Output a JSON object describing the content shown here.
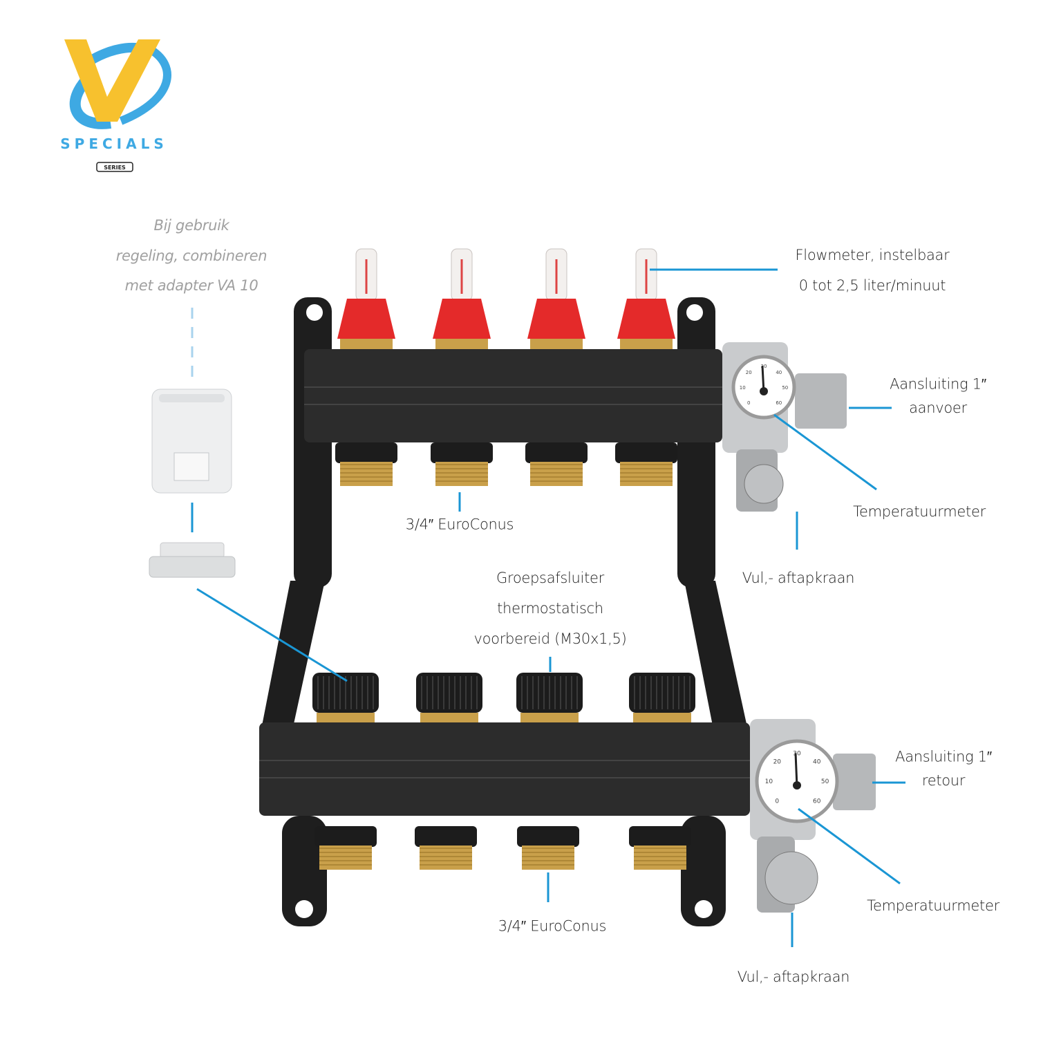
{
  "logo": {
    "letter": "V",
    "brand": "SPECIALS",
    "series": "SERIES",
    "colors": {
      "yellow": "#f7c12e",
      "blue": "#3ea9e3"
    }
  },
  "note": [
    "Bij gebruik",
    "regeling, combineren",
    "met adapter VA 10"
  ],
  "labels": {
    "flowmeter": [
      "Flowmeter, instelbaar",
      "0 tot 2,5 liter/minuut"
    ],
    "supply_connection": [
      "Aansluiting 1″",
      "aanvoer"
    ],
    "temp_meter_top": "Temperatuurmeter",
    "drain_valve_top": "Vul,- aftapkraan",
    "euroconus_top": "3/4″ EuroConus",
    "group_valve": [
      "Groepsafsluiter",
      "thermostatisch",
      "voorbereid (M30x1,5)"
    ],
    "return_connection": [
      "Aansluiting 1″",
      "retour"
    ],
    "temp_meter_bottom": "Temperatuurmeter",
    "euroconus_bottom": "3/4″ EuroConus",
    "drain_valve_bottom": "Vul,- aftapkraan"
  },
  "gauge_scale": [
    "0",
    "10",
    "20",
    "30",
    "40",
    "50",
    "60"
  ],
  "colors": {
    "leader": "#1a96d4",
    "manifold": "#2a2a2a",
    "flowmeter_red": "#e42a2a",
    "brass": "#c9a04a"
  }
}
